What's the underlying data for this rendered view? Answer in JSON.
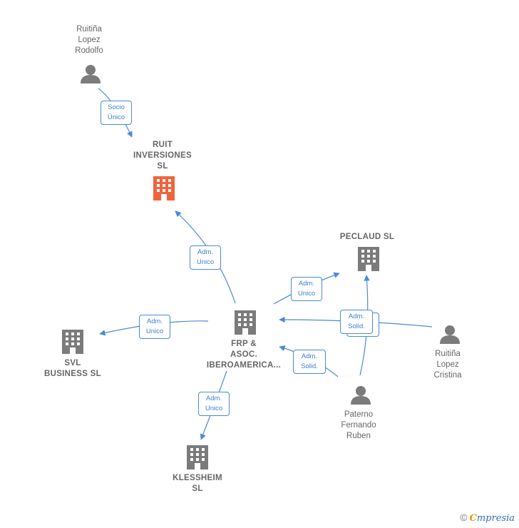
{
  "diagram": {
    "nodes": [
      {
        "id": "ruitina-rodolfo",
        "type": "person",
        "label": "Ruitiña\nLopez\nRodolfo"
      },
      {
        "id": "ruit-inversiones",
        "type": "company",
        "highlight": true,
        "label": "RUIT\nINVERSIONES\nSL"
      },
      {
        "id": "peclaud",
        "type": "company",
        "label": "PECLAUD  SL"
      },
      {
        "id": "frp",
        "type": "company",
        "label": "FRP &\nASOC.\nIBEROAMERICA..."
      },
      {
        "id": "svl",
        "type": "company",
        "label": "SVL\nBUSINESS  SL"
      },
      {
        "id": "ruitina-cristina",
        "type": "person",
        "label": "Ruitiña\nLopez\nCristina"
      },
      {
        "id": "paterno",
        "type": "person",
        "label": "Paterno\nFernando\nRuben"
      },
      {
        "id": "klessheim",
        "type": "company",
        "label": "KLESSHEIM\nSL"
      }
    ],
    "edges": [
      {
        "id": "e1",
        "label": "Socio\nÚnico"
      },
      {
        "id": "e2",
        "label": "Adm.\nUnico"
      },
      {
        "id": "e3",
        "label": "Adm.\nUnico"
      },
      {
        "id": "e4",
        "label": "Adm.\nUnico"
      },
      {
        "id": "e5",
        "label": "Adm.\nSolid."
      },
      {
        "id": "e6",
        "label": "Adm.\nSolid."
      },
      {
        "id": "e7",
        "label": "Adm.\nUnico"
      }
    ]
  },
  "colors": {
    "edge": "#4a8ad8",
    "icon": "#7b7b7b",
    "highlight": "#f0643c"
  },
  "footer": {
    "copyright": "©",
    "brand_first": "C",
    "brand_rest": "mpresia"
  }
}
